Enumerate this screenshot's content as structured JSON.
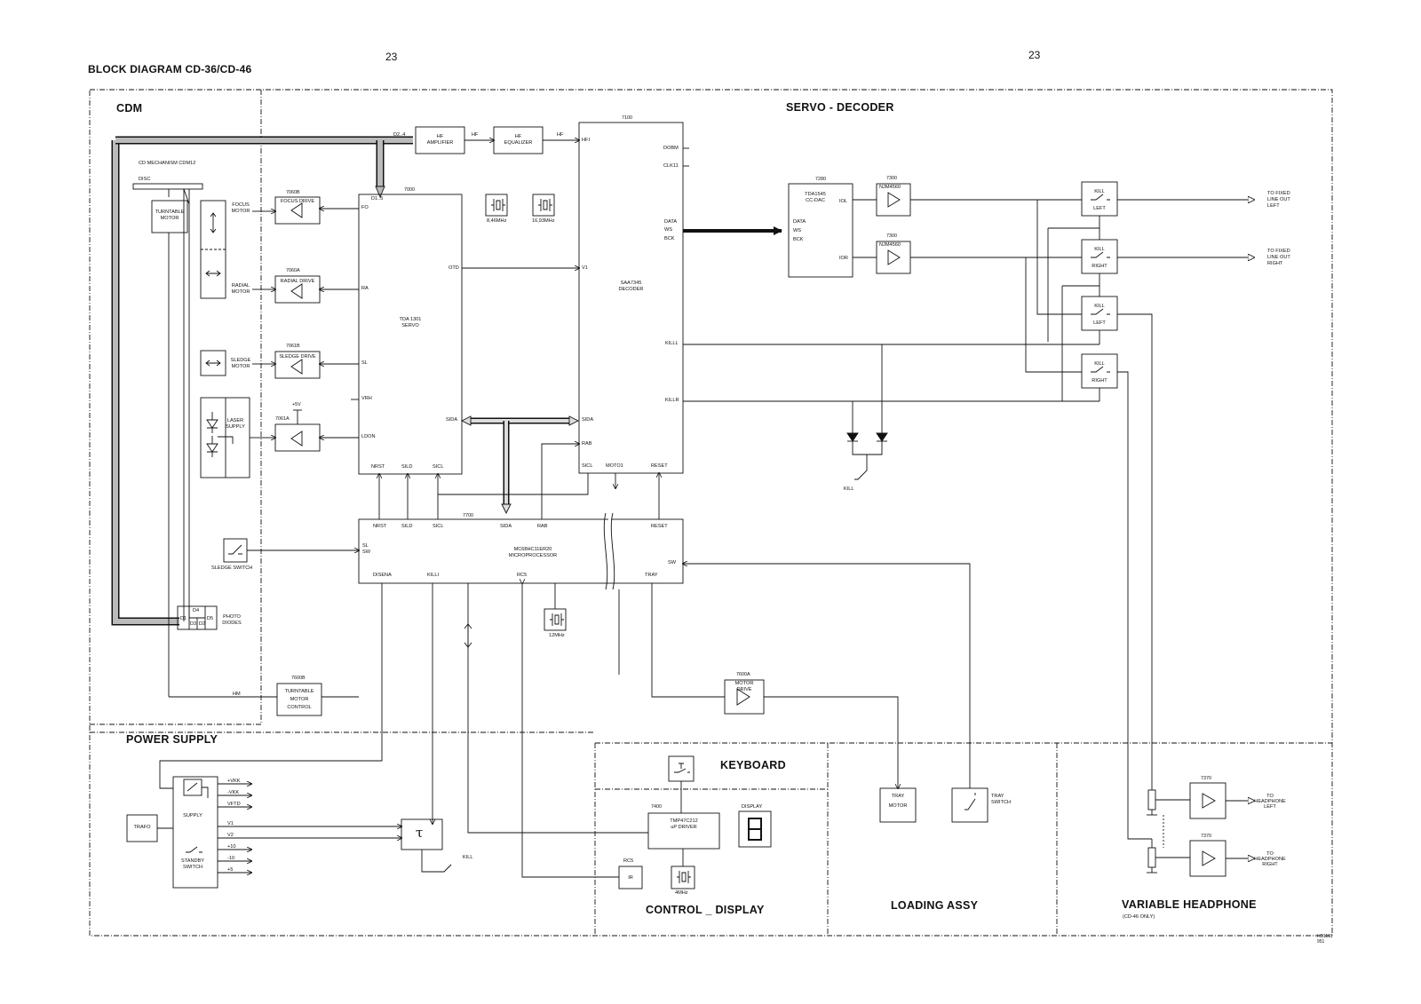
{
  "page": {
    "page_numbers": [
      "23",
      "23"
    ],
    "title": "BLOCK DIAGRAM CD-36/CD-46",
    "drawing_ref": [
      "HB1161",
      "951"
    ]
  },
  "sections": {
    "cdm": "CDM",
    "servo_decoder": "SERVO - DECODER",
    "power_supply": "POWER SUPPLY",
    "keyboard": "KEYBOARD",
    "control_display": "CONTROL _ DISPLAY",
    "loading_assy": "LOADING ASSY",
    "variable_headphone": "VARIABLE HEADPHONE",
    "variable_headphone_note": "(CD-46 ONLY)"
  },
  "cdm": {
    "mechanism": "CD MECHANISM CDM12",
    "disc": "DISC",
    "turntable_motor": "TURNTABLE\nMOTOR",
    "focus_motor": "FOCUS\nMOTOR",
    "radial_motor": "RADIAL\nMOTOR",
    "sledge_motor": "SLEDGE\nMOTOR",
    "laser_supply": "LASER\nSUPPLY",
    "photo_diodes": "PHOTO\nDIODES",
    "diodes": [
      "D1",
      "D4",
      "D3",
      "D2",
      "D5"
    ],
    "sledge_switch": "SLEDGE SWITCH"
  },
  "drivers": {
    "focus": {
      "ref": "7060B",
      "label": "FOCUS DRIVE"
    },
    "radial": {
      "ref": "7060A",
      "label": "RADIAL DRIVE"
    },
    "sledge": {
      "ref": "7061B",
      "label": "SLEDGE DRIVE"
    },
    "laser": {
      "ref": "7061A",
      "label": ""
    },
    "plus5v": "+5V"
  },
  "servo": {
    "ref": "7000",
    "label": "TDA 1301\nSERVO",
    "input": "D1..5",
    "pins": {
      "fo": "FO",
      "ra": "RA",
      "sl": "SL",
      "vrh": "VRH",
      "ldon": "LDON",
      "otd": "OTD",
      "sida": "SIDA",
      "nrst": "NRST",
      "sild": "SILD",
      "sicl": "SICL"
    }
  },
  "hf": {
    "d2_4": "D2..4",
    "amplifier": "HF\nAMPLIFIER",
    "equalizer": "HF\nEQUALIZER",
    "hf1": "HF",
    "hf2": "HF"
  },
  "crystals": {
    "x1": "8,46MHz",
    "x2": "16,93MHz",
    "x3": "12MHz",
    "x4": "4MHz"
  },
  "decoder": {
    "ref": "7100",
    "label": "SAA7345\nDECODER",
    "pins": {
      "hfi": "HFI",
      "dobm": "DOBM",
      "clk11": "CLK11",
      "data": "DATA",
      "ws": "WS",
      "bck": "BCK",
      "v1": "V1",
      "killl": "KILLL",
      "killr": "KILLR",
      "sida": "SIDA",
      "rab": "RAB",
      "sicl": "SICL",
      "moto1": "MOTO1",
      "reset": "RESET"
    }
  },
  "dac": {
    "ref": "7280",
    "label": "TDA1545\nCC-DAC",
    "pins": {
      "data": "DATA",
      "ws": "WS",
      "bck": "BCK",
      "iol": "IOL",
      "ior": "IOR"
    }
  },
  "opamps": {
    "ref_a": "7300",
    "ref_b": "7300",
    "label_a": "NJM4560",
    "label_b": "NJM4560"
  },
  "kills": {
    "k1": "KILL\nLEFT",
    "k2": "KILL\nRIGHT",
    "k3": "KILL\nLEFT",
    "k4": "KILL\nRIGHT",
    "diode_label": "KILL"
  },
  "outputs": {
    "line_left": "TO FIXED\nLINE OUT\nLEFT",
    "line_right": "TO FIXED\nLINE OUT\nRIGHT",
    "hp_left": "TO\nHEADPHONE\nLEFT",
    "hp_right": "TO\nHEADPHONE\nRIGHT"
  },
  "micro": {
    "ref": "7700",
    "label": "MC68HC11ER20\nMICROPROCESSOR",
    "pins": {
      "nrst": "NRST",
      "sild": "SILD",
      "sicl": "SICL",
      "sida": "SIDA",
      "rab": "RAB",
      "reset": "RESET",
      "sl_sw": "SL\nSW",
      "sw": "SW",
      "disena": "DISENA",
      "killi": "KILLI",
      "rc5": "RC5",
      "tray": "TRAY"
    }
  },
  "turntable_control": {
    "ref": "7600B",
    "label": "TURNTABLE\nMOTOR\nCONTROL",
    "hm": "HM"
  },
  "motor_drive": {
    "ref": "7600A",
    "label": "MOTOR\nDRIVE"
  },
  "power": {
    "trafo": "TRAFO",
    "supply": "SUPPLY",
    "standby": "STANDBY\nSWITCH",
    "rails": [
      "+VKK",
      "-VKK",
      "VFTD",
      "V1",
      "V2",
      "+10",
      "-10",
      "+5"
    ],
    "tau": "τ",
    "kill": "KILL"
  },
  "control": {
    "ref": "7400",
    "label": "TMP47C212\nuP DRIVER",
    "display": "DISPLAY",
    "rc5": "RC5",
    "ir": "IR"
  },
  "loading": {
    "tray_motor": "TRAY\nMOTOR",
    "tray_switch": "TRAY\nSWITCH"
  },
  "headphone": {
    "ref_a": "7370",
    "ref_b": "7370"
  }
}
